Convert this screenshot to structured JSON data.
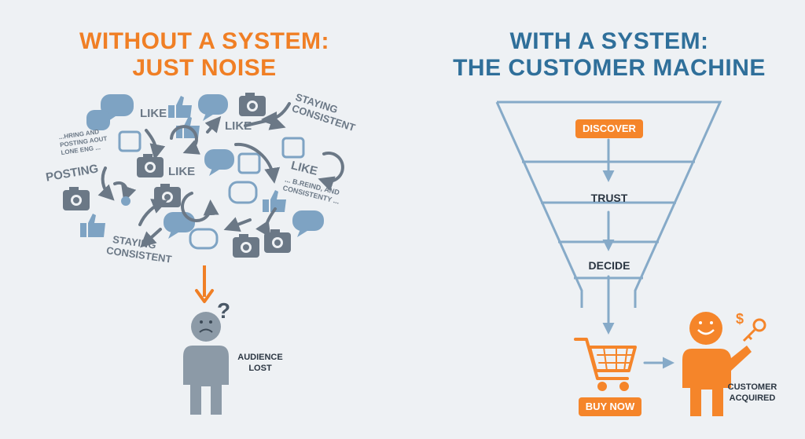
{
  "left": {
    "title_line1": "WITHOUT A SYSTEM:",
    "title_line2": "JUST NOISE",
    "noise_words": {
      "like1": "LIKE",
      "like2": "LIKE",
      "like3": "LIKE",
      "like4": "LIKE",
      "staying1": "STAYING",
      "consistent1": "CONSISTENT",
      "staying2": "STAYING",
      "consistent2": "CONSISTENT",
      "posting": "POSTING",
      "hiring1": "...HRING AND",
      "hiring2": "POSTING AOUT",
      "hiring3": "LONE ENG ...",
      "brand1": "... B.REIND, AND",
      "brand2": "CONSISTENTY ..."
    },
    "question_mark": "?",
    "audience_line1": "AUDIENCE",
    "audience_line2": "LOST"
  },
  "right": {
    "title_line1": "WITH A SYSTEM:",
    "title_line2": "THE CUSTOMER MACHINE",
    "stage_discover": "DISCOVER",
    "stage_trust": "TRUST",
    "stage_decide": "DECIDE",
    "buy_now": "BUY NOW",
    "dollar": "$",
    "customer_line1": "CUSTOMER",
    "customer_line2": "ACQUIRED"
  },
  "colors": {
    "orange": "#f5852a",
    "blue": "#2f6f9a",
    "gray": "#6b7886",
    "bubble": "#7ea3c3",
    "funnel": "#86aac8"
  }
}
